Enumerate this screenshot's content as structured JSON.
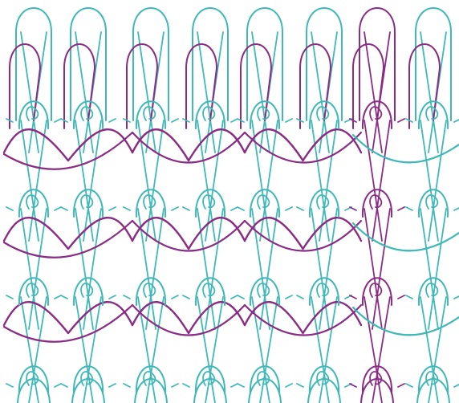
{
  "diagram": {
    "kind": "knit-stitch-structure",
    "colors": {
      "teal": "#3fb8b8",
      "purple": "#8a2c86",
      "background": "#ffffff"
    },
    "wales": 8,
    "courses_with_floats": 3,
    "wale_colors": [
      "teal",
      "teal",
      "teal",
      "teal",
      "teal",
      "teal",
      "purple",
      "teal"
    ],
    "top_loop_colors": [
      "teal",
      "teal",
      "teal",
      "teal",
      "teal",
      "teal",
      "purple",
      "teal"
    ],
    "float_color": "purple",
    "right_float_color": "teal"
  }
}
